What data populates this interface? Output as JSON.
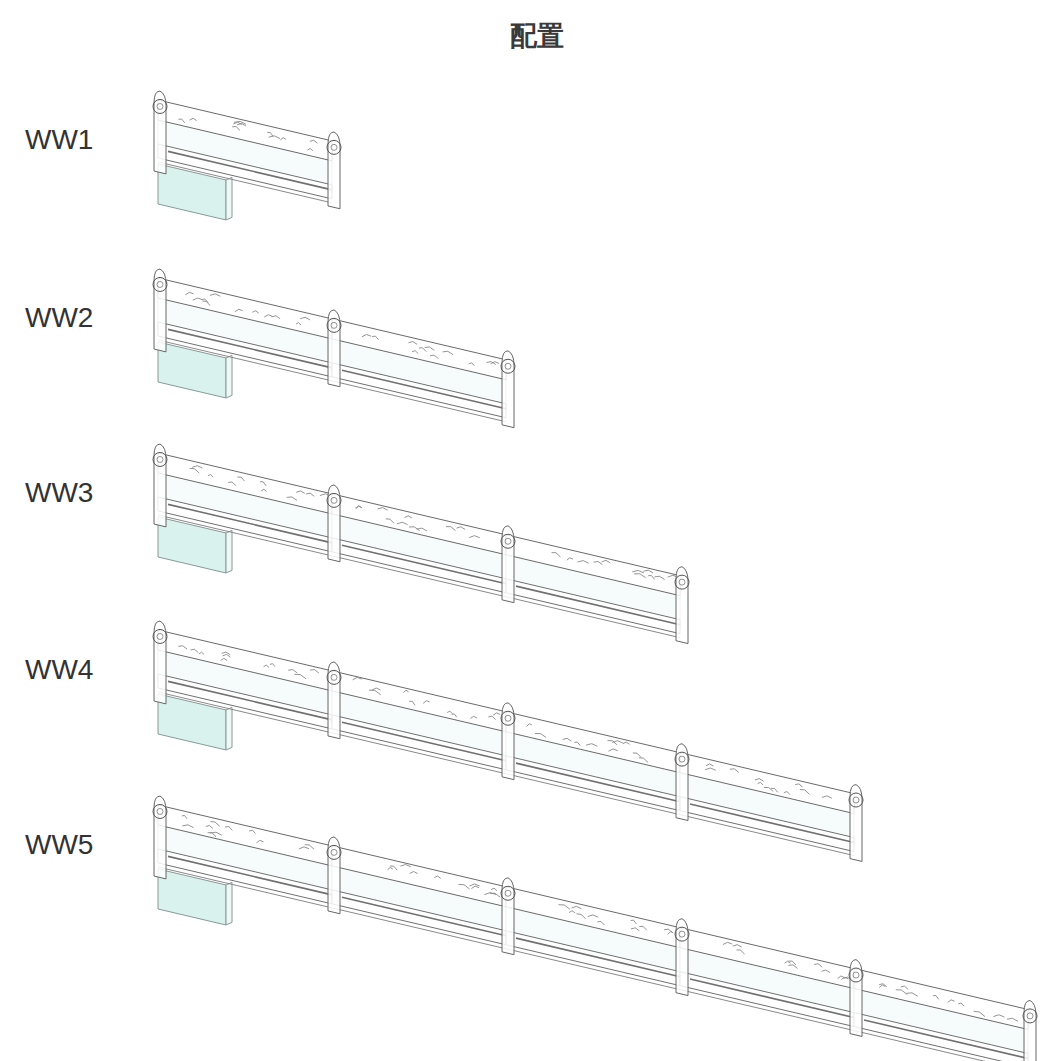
{
  "diagram": {
    "title": "配置",
    "labels": [
      "WW1",
      "WW2",
      "WW3",
      "WW4",
      "WW5"
    ]
  }
}
